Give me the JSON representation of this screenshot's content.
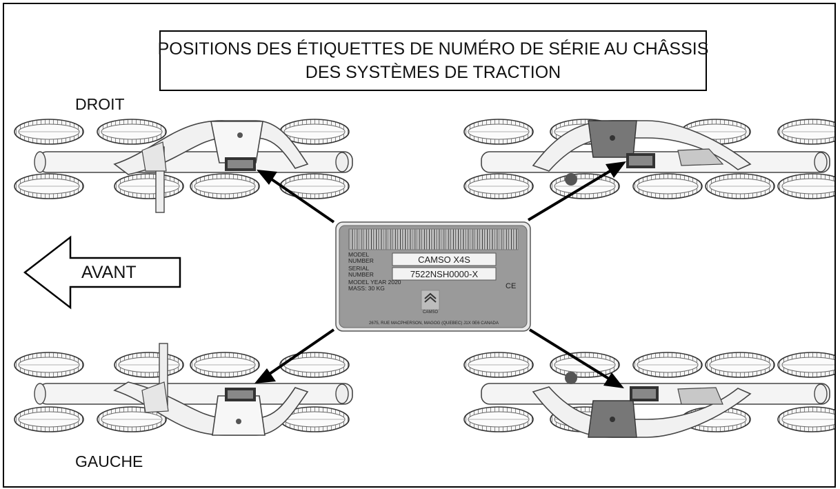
{
  "title": {
    "line1": "POSITIONS DES ÉTIQUETTES DE NUMÉRO DE SÉRIE AU CHÂSSIS",
    "line2": "DES SYSTÈMES DE TRACTION"
  },
  "labels": {
    "right_side": "DROIT",
    "left_side": "GAUCHE",
    "forward": "AVANT"
  },
  "plate": {
    "model_label_1": "MODEL",
    "model_label_2": "NUMBER",
    "model_value": "CAMSO  X4S",
    "serial_label_1": "SERIAL",
    "serial_label_2": "NUMBER",
    "serial_value": "7522NSH0000-X",
    "model_year": "MODEL  YEAR  2020",
    "mass": "MASS:  30  KG",
    "ce_mark": "CE",
    "brand": "CAMSO",
    "address": "2675, RUE MACPHERSON, MAGOG (QUEBEC) J1X 0E6 CANADA"
  },
  "colors": {
    "frame": "#000000",
    "plate_fill": "#9a9a9a",
    "plate_border": "#e8e8e8",
    "chassis_fill": "#f4f4f4",
    "chassis_stroke": "#444444",
    "bracket_dark": "#777777"
  }
}
